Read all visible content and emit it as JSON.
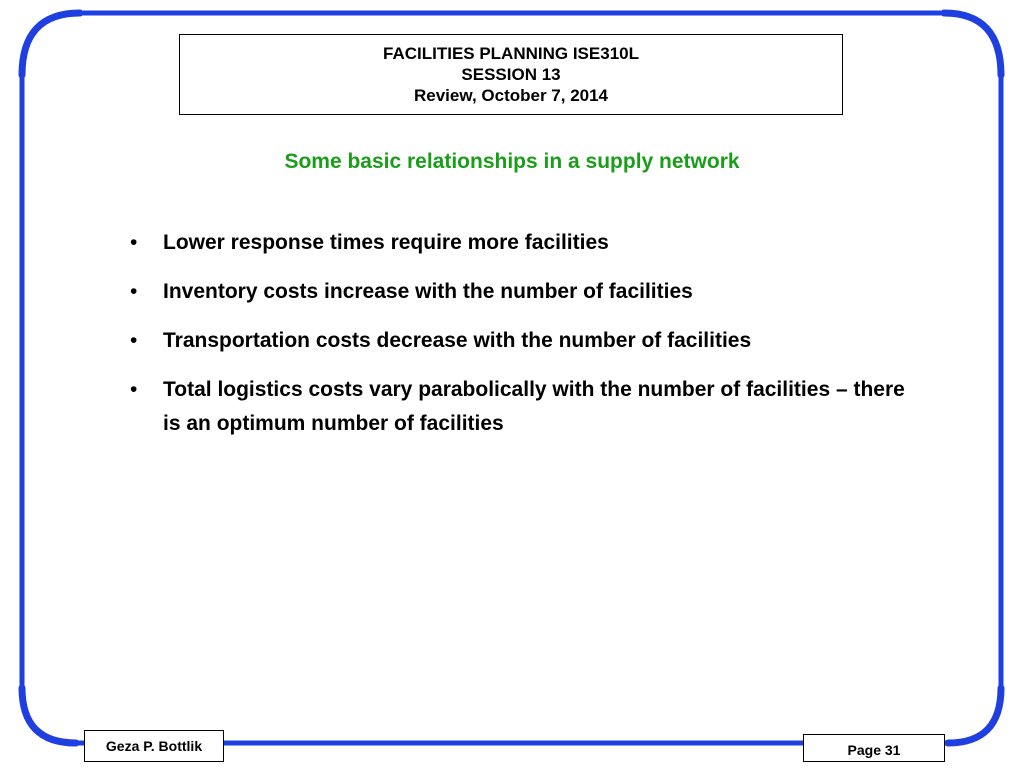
{
  "header": {
    "line1": "FACILITIES PLANNING ISE310L",
    "line2": "SESSION 13",
    "line3": "Review, October 7, 2014"
  },
  "subtitle": "Some basic relationships in a supply network",
  "bullets": [
    "Lower response times require more facilities",
    "Inventory costs increase with the number of facilities",
    "Transportation costs decrease with the number of facilities",
    "Total logistics costs vary parabolically with the number of facilities – there is an optimum number of facilities"
  ],
  "bullet_symbol": "•",
  "footer": {
    "author": "Geza P. Bottlik",
    "page": "Page 31"
  },
  "colors": {
    "frame": "#1f3fe0",
    "subtitle": "#1a9e1a"
  }
}
